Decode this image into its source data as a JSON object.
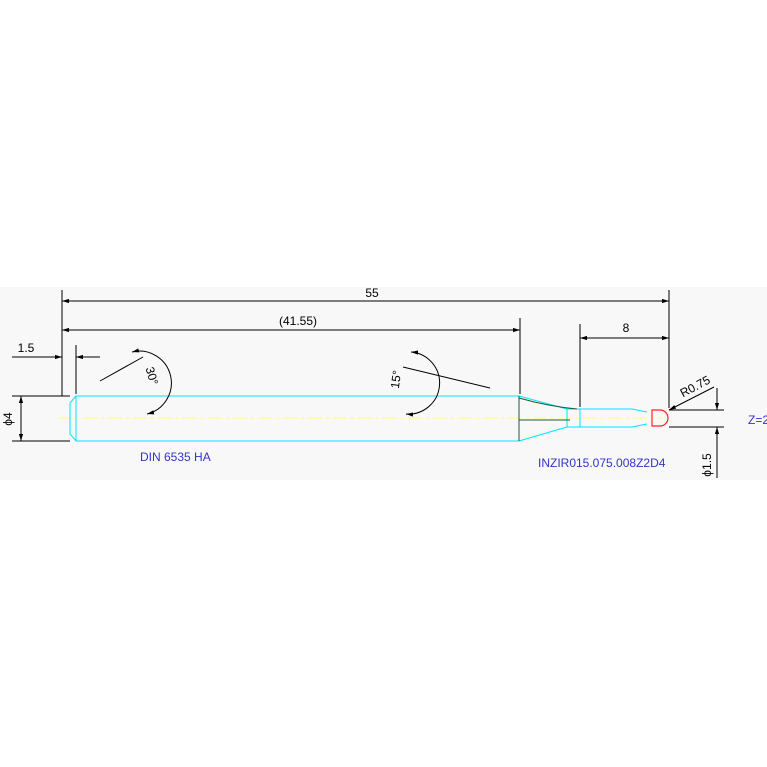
{
  "drawing": {
    "dimensions": {
      "overall_length": "55",
      "shank_length": "(41.55)",
      "neck_length": "8",
      "chamfer_length": "1.5",
      "shank_diameter": "ϕ4",
      "tip_diameter": "ϕ1.5",
      "chamfer_angle": "30°",
      "taper_angle": "15°",
      "tip_radius": "R0.75",
      "flutes": "Z=2"
    },
    "labels": {
      "shank_standard": "DIN 6535 HA",
      "part_number": "INZIR015.075.008Z2D4"
    },
    "colors": {
      "background": "#ffffff",
      "panel": "#f8f8f8",
      "outline": "#00e5ff",
      "centerline": "#ffff66",
      "cutting_edge": "#ff2020",
      "dimension": "#000000",
      "text_blue": "#3333cc"
    }
  }
}
